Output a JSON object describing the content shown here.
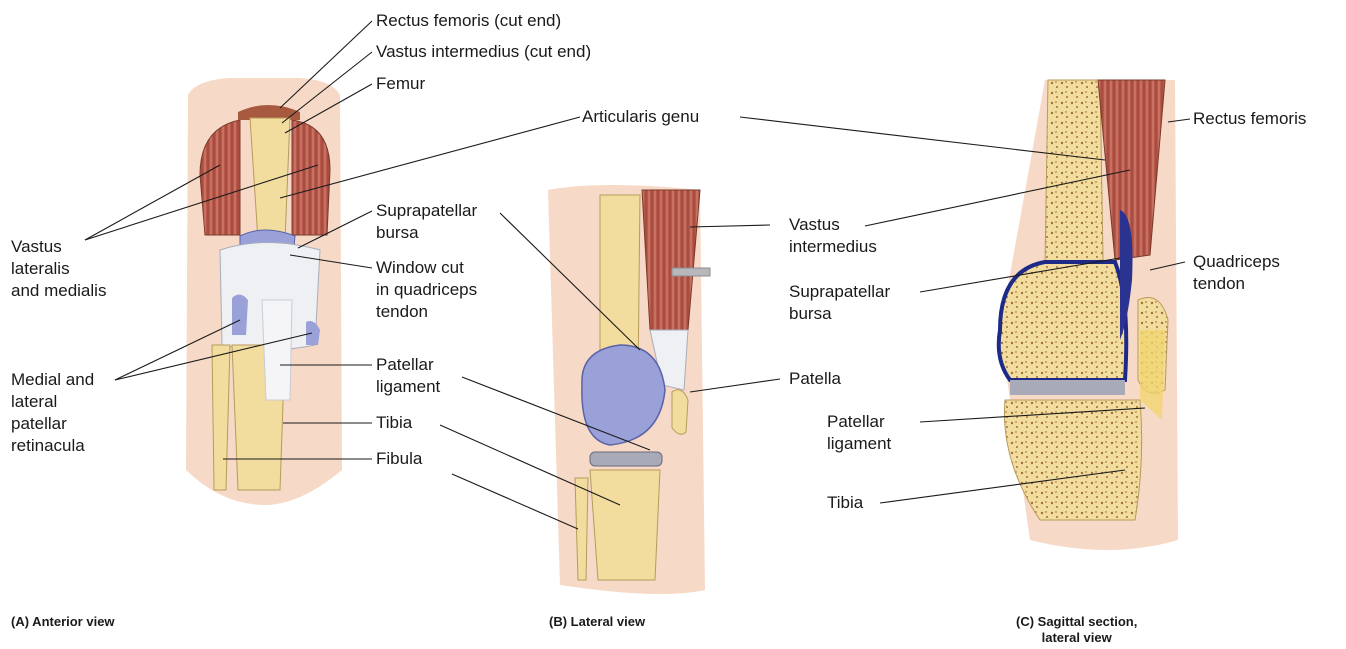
{
  "labels": {
    "rectus_femoris_cut": "Rectus femoris (cut end)",
    "vastus_intermedius_cut": "Vastus intermedius (cut end)",
    "femur": "Femur",
    "articularis_genu": "Articularis genu",
    "rectus_femoris": "Rectus femoris",
    "vastus_lm": [
      "Vastus",
      "lateralis",
      "and medialis"
    ],
    "suprapatellar_a": [
      "Suprapatellar",
      "bursa"
    ],
    "window_cut": [
      "Window cut",
      "in quadriceps",
      "tendon"
    ],
    "medial_lateral": [
      "Medial and",
      "lateral",
      "patellar",
      "retinacula"
    ],
    "patellar_ligament_a": [
      "Patellar",
      "ligament"
    ],
    "tibia_a": "Tibia",
    "fibula": "Fibula",
    "vastus_intermedius": [
      "Vastus",
      "intermedius"
    ],
    "suprapatellar_c": [
      "Suprapatellar",
      "bursa"
    ],
    "patella": "Patella",
    "quadriceps_tendon": [
      "Quadriceps",
      "tendon"
    ],
    "patellar_ligament_c": [
      "Patellar",
      "ligament"
    ],
    "tibia_c": "Tibia"
  },
  "captions": {
    "a": "(A) Anterior view",
    "b": "(B) Lateral view",
    "c": [
      "(C) Sagittal section,",
      "lateral view"
    ]
  }
}
